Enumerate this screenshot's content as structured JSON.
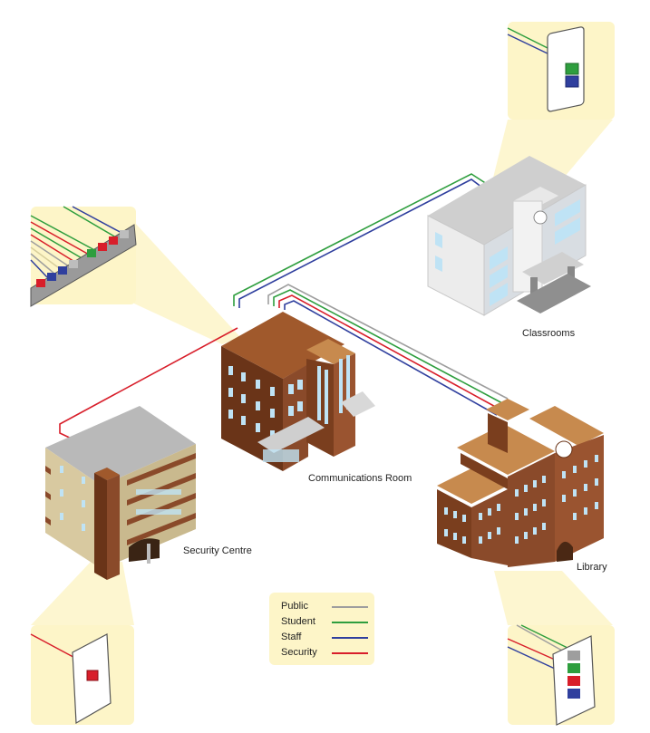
{
  "buildings": {
    "classrooms": "Classrooms",
    "communications_room": "Communications Room",
    "security_centre": "Security Centre",
    "library": "Library"
  },
  "legend": {
    "items": [
      {
        "label": "Public",
        "color": "#9e9e9e"
      },
      {
        "label": "Student",
        "color": "#2e9e3e"
      },
      {
        "label": "Staff",
        "color": "#2f3f9e"
      },
      {
        "label": "Security",
        "color": "#d81e2a"
      }
    ]
  },
  "colors": {
    "callout_fill": "#fdf5c8",
    "brick": "#8a4a2a",
    "brick_dark": "#6a3418",
    "roof_brown": "#c78a4e",
    "roof_grey": "#b5b5b5",
    "window": "#bfe3f5",
    "classroom_wall": "#e4e4e4",
    "security_wall": "#d8c9a0"
  }
}
